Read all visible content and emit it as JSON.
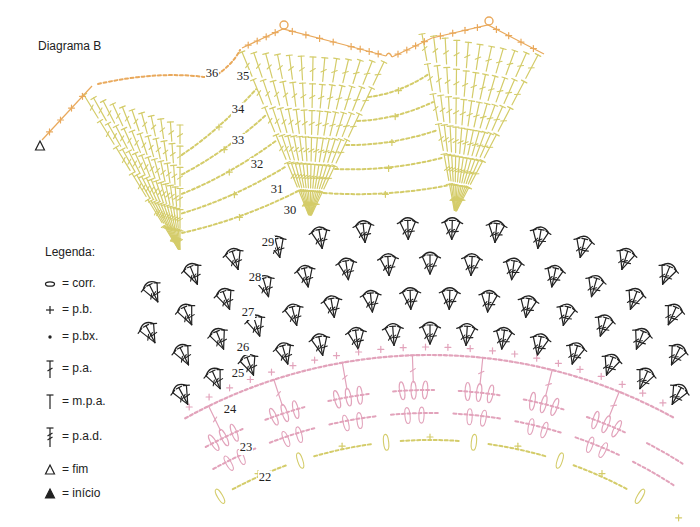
{
  "diagram": {
    "title": "Diagrama B",
    "labels": [
      "36",
      "35",
      "34",
      "33",
      "32",
      "31",
      "30",
      "29",
      "28",
      "27",
      "26",
      "25",
      "24",
      "23",
      "22",
      "Legenda:"
    ],
    "legend": [
      {
        "text": "= corr."
      },
      {
        "text": "= p.b."
      },
      {
        "text": "= p.bx."
      },
      {
        "text": "= p.a."
      },
      {
        "text": "= m.p.a."
      },
      {
        "text": "= p.a.d."
      },
      {
        "text": "= fim"
      },
      {
        "text": "= início"
      }
    ]
  }
}
